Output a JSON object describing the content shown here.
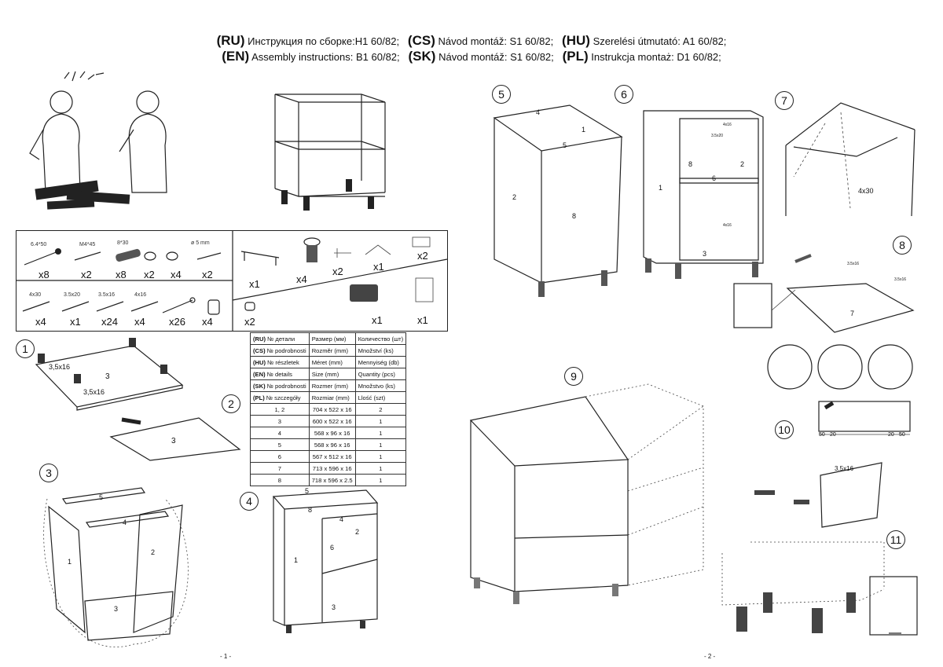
{
  "header": {
    "line1": [
      {
        "code": "(RU)",
        "text": "Инструкция по сборке:H1 60/82;"
      },
      {
        "code": "(CS)",
        "text": "Návod montáž: S1 60/82;"
      },
      {
        "code": "(HU)",
        "text": "Szerelési útmutató: A1 60/82;"
      }
    ],
    "line2": [
      {
        "code": "(EN)",
        "text": "Assembly instructions: B1 60/82;"
      },
      {
        "code": "(SK)",
        "text": "Návod montáž: S1 60/82;"
      },
      {
        "code": "(PL)",
        "text": "Instrukcja montaż: D1 60/82;"
      }
    ]
  },
  "hardware": {
    "left_top": [
      {
        "label": "6.4*50",
        "qty": "x8"
      },
      {
        "label": "M4*45",
        "qty": "x2"
      },
      {
        "label": "8*30",
        "qty": "x8"
      },
      {
        "label": "",
        "qty": "x2"
      },
      {
        "label": "",
        "qty": "x4"
      },
      {
        "label": "ø 5 mm",
        "qty": "x2"
      }
    ],
    "left_bottom": [
      {
        "label": "4x30",
        "qty": "x4"
      },
      {
        "label": "3.5x20",
        "qty": "x1"
      },
      {
        "label": "3.5x16",
        "qty": "x24"
      },
      {
        "label": "4x16",
        "qty": "x4"
      },
      {
        "label": "",
        "qty": "x26"
      },
      {
        "label": "",
        "qty": "x4"
      }
    ],
    "right": [
      "x1",
      "x4",
      "x2",
      "x1",
      "x2",
      "x2",
      "x1",
      "x1"
    ]
  },
  "dims_table": {
    "headers": [
      [
        "(RU)",
        "№ детали",
        "Размер  (мм)",
        "Количество (шт)"
      ],
      [
        "(CS)",
        "№ podrobnosti",
        "Rozměr (mm)",
        "Množství (ks)"
      ],
      [
        "(HU)",
        "№ részletek",
        "Méret (mm)",
        "Mennyiség (db)"
      ],
      [
        "(EN)",
        "№ details",
        "Size (mm)",
        "Quantity  (pcs)"
      ],
      [
        "(SK)",
        "№ podrobnosti",
        "Rozmer (mm)",
        "Množstvo (ks)"
      ],
      [
        "(PL)",
        "№ szczegóły",
        "Rozmiar (mm)",
        "Llość (szt)"
      ]
    ],
    "rows": [
      [
        "1, 2",
        "704 x 522 x 16",
        "2"
      ],
      [
        "3",
        "600 x 522 x 16",
        "1"
      ],
      [
        "4",
        "568 x 96 x 16",
        "1"
      ],
      [
        "5",
        "568 x 96 x 16",
        "1"
      ],
      [
        "6",
        "567 x 512 x 16",
        "1"
      ],
      [
        "7",
        "713 x 596 x 16",
        "1"
      ],
      [
        "8",
        "718 x 596 x 2.5",
        "1"
      ]
    ]
  },
  "steps": [
    "1",
    "2",
    "3",
    "4",
    "5",
    "6",
    "7",
    "8",
    "9",
    "10",
    "11"
  ],
  "annotations": {
    "s1_screw_a": "3,5x16",
    "s1_screw_b": "3,5x16",
    "s1_part": "3",
    "s2_part": "3",
    "s3_p5": "5",
    "s3_p4": "4",
    "s3_p1": "1",
    "s3_p2": "2",
    "s3_p3": "3",
    "s4_p5": "5",
    "s4_p8": "8",
    "s4_p4": "4",
    "s4_p2": "2",
    "s4_p6": "6",
    "s4_p1": "1",
    "s4_p3": "3",
    "s5_p4": "4",
    "s5_p1": "1",
    "s5_p5": "5",
    "s5_p2": "2",
    "s5_p8": "8",
    "s6_p1": "1",
    "s6_p8": "8",
    "s6_p2": "2",
    "s6_p6": "6",
    "s6_p3": "3",
    "s6_screw_a": "3.5x20",
    "s6_screw_b": "4x16",
    "s6_screw_c": "4x16",
    "s7_screw": "4x30",
    "s8_screw_a": "3.5x16",
    "s8_screw_b": "3.5x16",
    "s8_part": "7",
    "s10_dims": [
      "50",
      "20",
      "20",
      "50"
    ],
    "s11_screw": "3.5x16"
  },
  "pages": [
    "- 1 -",
    "- 2 -"
  ]
}
